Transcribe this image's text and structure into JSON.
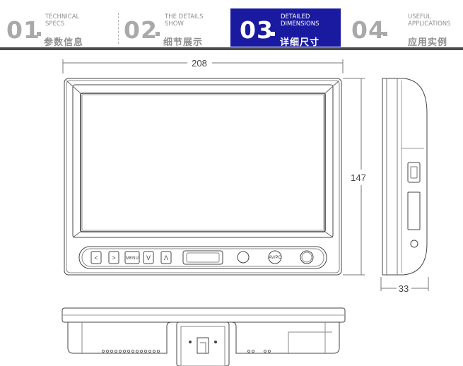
{
  "tabs": [
    {
      "number": "01",
      "title_en": "TECHNICAL\nSPECS",
      "title_cn": "参数信息",
      "active": false
    },
    {
      "number": "02",
      "title_en": "THE DETAILS\nSHOW",
      "title_cn": "细节展示",
      "active": false
    },
    {
      "number": "03",
      "title_en": "DETAILED\nDIMENSIONS",
      "title_cn": "详细尺寸",
      "active": true
    },
    {
      "number": "04",
      "title_en": "USEFUL\nAPPLICATIONS",
      "title_cn": "应用实例",
      "active": false
    }
  ],
  "dimensions": {
    "width": "208",
    "height": "147",
    "depth": "33"
  },
  "front_buttons": {
    "left": "<",
    "right": ">",
    "menu": "MENU",
    "down": "V",
    "up": "Λ",
    "av_pc": "AV/PC"
  },
  "colors": {
    "active_tab": "#1a1aa0",
    "inactive_text": "#a9a9a9",
    "line": "#444444"
  }
}
